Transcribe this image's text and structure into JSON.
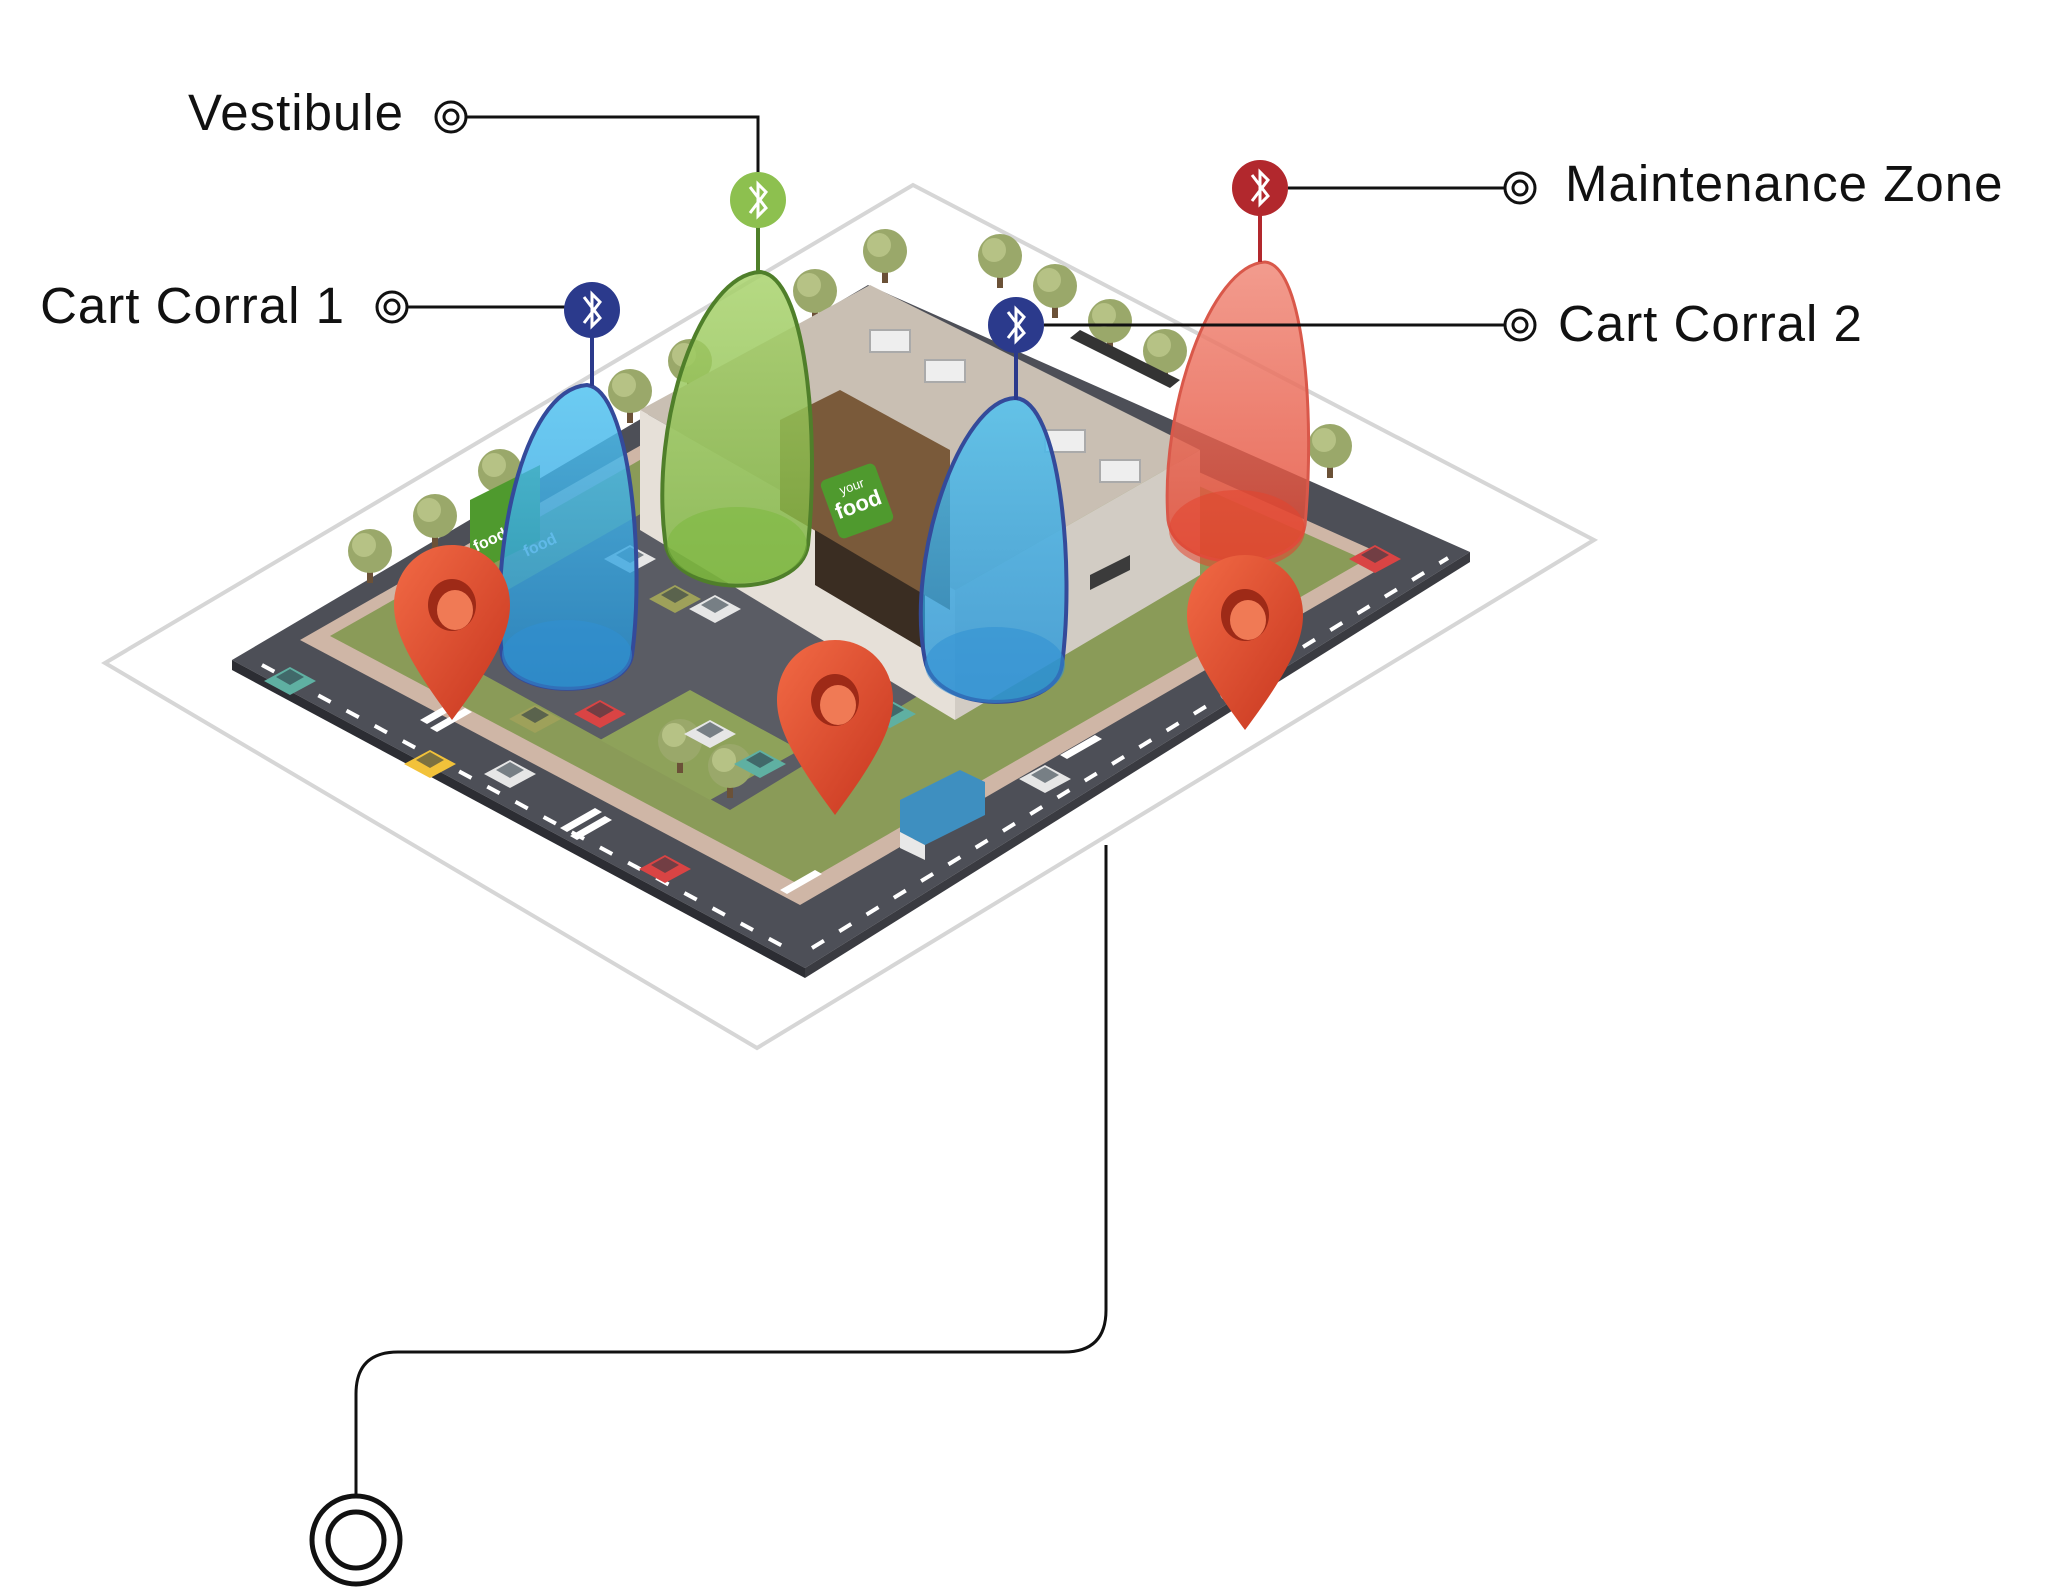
{
  "labels": {
    "vestibule": "Vestibule",
    "cart_corral_1": "Cart Corral 1",
    "cart_corral_2": "Cart Corral 2",
    "maintenance_zone": "Maintenance Zone"
  },
  "store_sign": {
    "line1": "your",
    "line2": "food"
  },
  "colors": {
    "cart_corral": "#3d7fcf",
    "vestibule": "#7bb83e",
    "maintenance": "#c9372f",
    "beacon_blue": "#2b3a8c",
    "beacon_green": "#8dc04f",
    "beacon_red": "#b2282d",
    "map_pin": "#e0452b",
    "leader_line": "#111111"
  },
  "icons": [
    "bluetooth-icon",
    "map-pin-icon",
    "target-icon"
  ]
}
